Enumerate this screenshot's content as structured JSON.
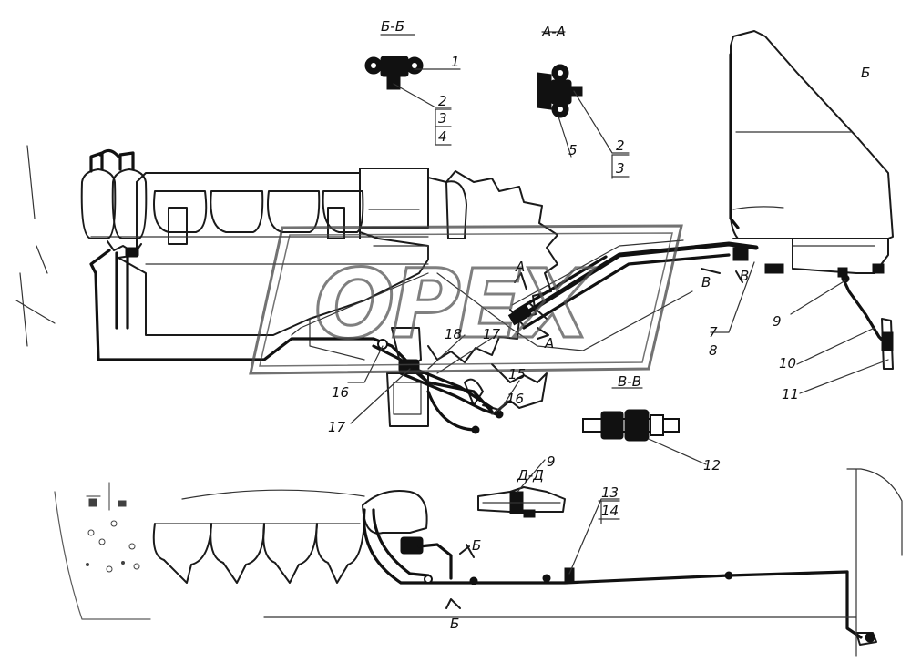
{
  "watermark": {
    "text": "OPEX"
  },
  "sections": {
    "bb_top": "Б-Б",
    "aa": "А-А",
    "vv": "В-В",
    "dd": "Д-Д",
    "b_right": "Б",
    "b_bottom_1": "Б",
    "b_bottom_2": "Б",
    "a_arrow_1": "А",
    "a_arrow_2": "А",
    "v_arrow_1": "В",
    "v_arrow_2": "В"
  },
  "callouts": {
    "c1": "1",
    "c2a": "2",
    "c3a": "3",
    "c4": "4",
    "c5": "5",
    "c2b": "2",
    "c3b": "3",
    "c7": "7",
    "c8": "8",
    "c9": "9",
    "c10": "10",
    "c11": "11",
    "c12": "12",
    "c13": "13",
    "c14": "14",
    "c15": "15",
    "c16a": "16",
    "c17a": "17",
    "c18": "18",
    "c17b": "17",
    "c16b": "16",
    "c9b": "9"
  }
}
